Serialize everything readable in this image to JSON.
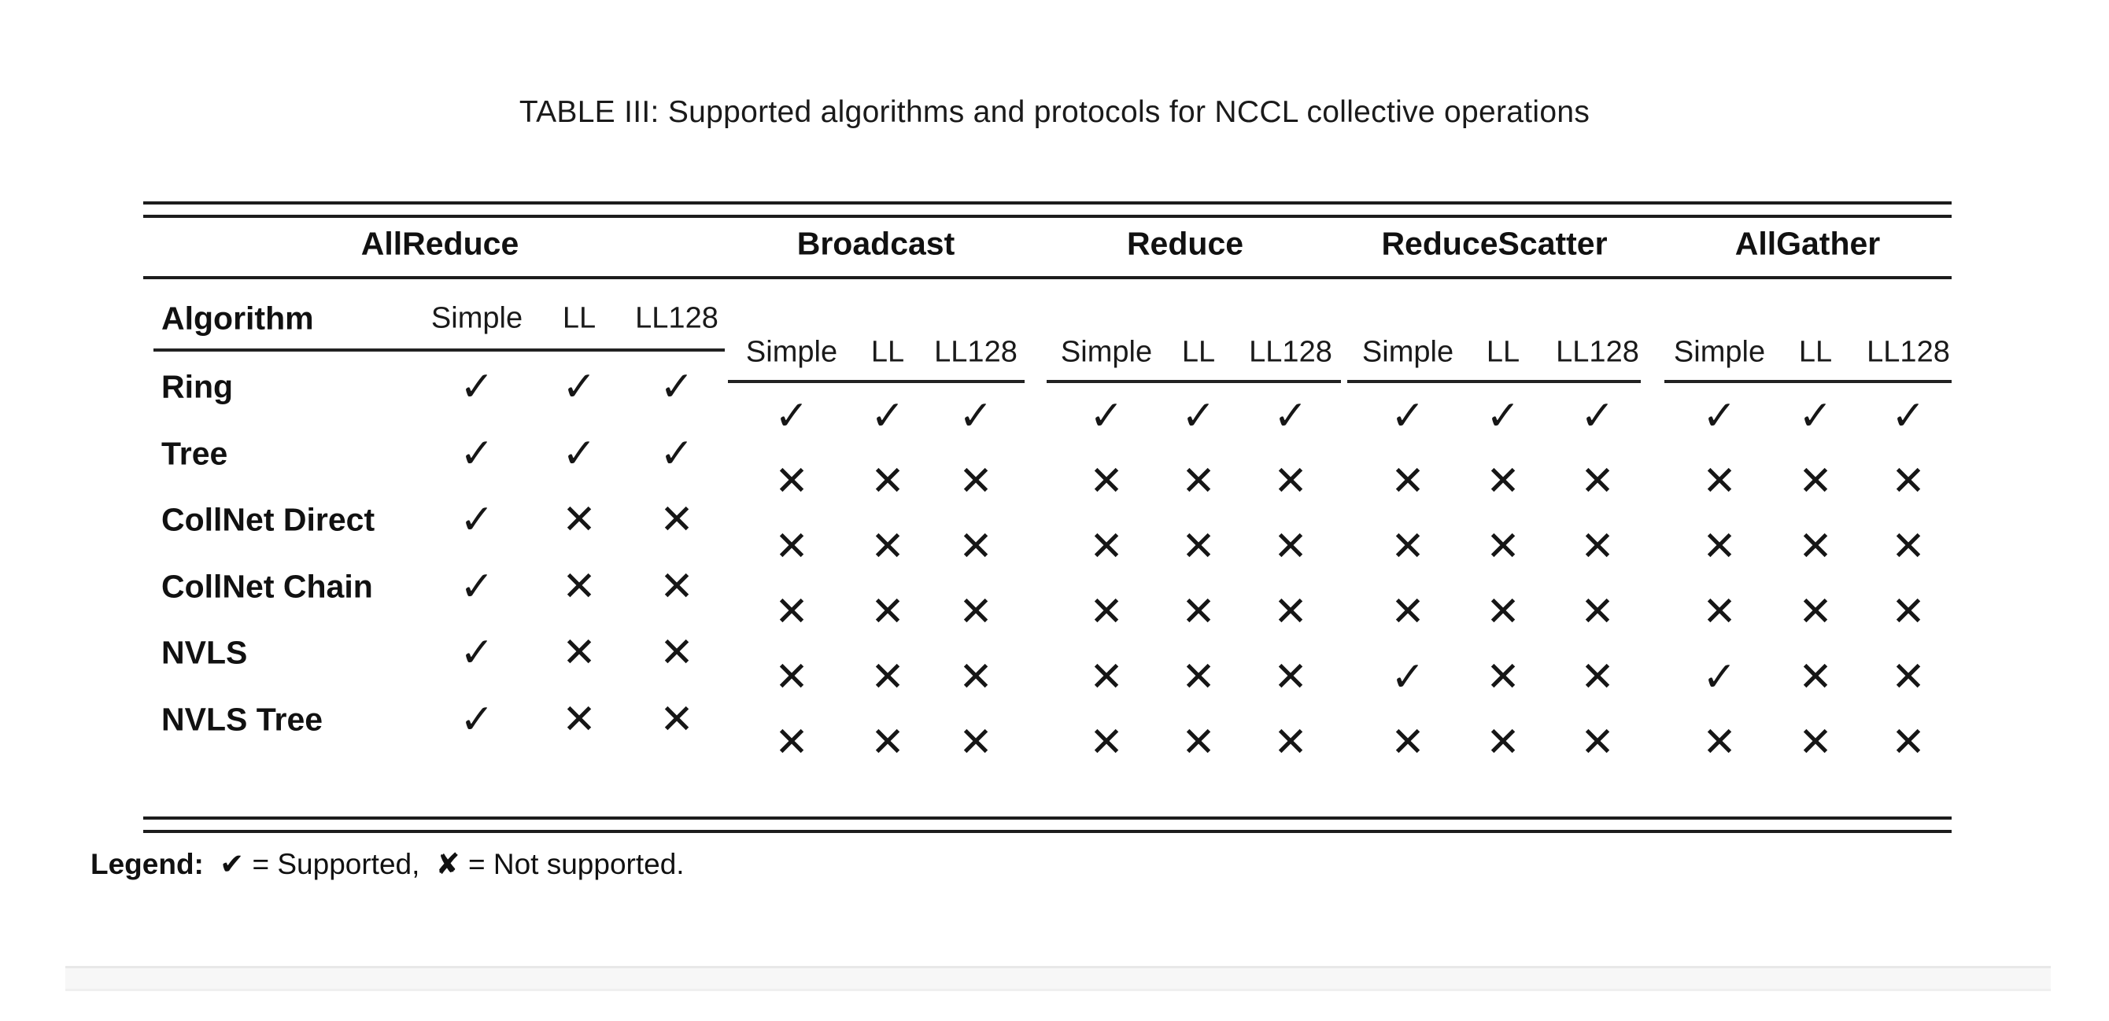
{
  "caption": "TABLE III: Supported algorithms and protocols for NCCL collective operations",
  "table": {
    "corner_header": "Algorithm",
    "column_groups": [
      {
        "label": "AllReduce"
      },
      {
        "label": "Broadcast"
      },
      {
        "label": "Reduce"
      },
      {
        "label": "ReduceScatter"
      },
      {
        "label": "AllGather"
      }
    ],
    "protocols": [
      "Simple",
      "LL",
      "LL128"
    ],
    "rows": [
      {
        "algorithm": "Ring",
        "support": [
          [
            1,
            1,
            1
          ],
          [
            1,
            1,
            1
          ],
          [
            1,
            1,
            1
          ],
          [
            1,
            1,
            1
          ],
          [
            1,
            1,
            1
          ]
        ]
      },
      {
        "algorithm": "Tree",
        "support": [
          [
            1,
            1,
            1
          ],
          [
            0,
            0,
            0
          ],
          [
            0,
            0,
            0
          ],
          [
            0,
            0,
            0
          ],
          [
            0,
            0,
            0
          ]
        ]
      },
      {
        "algorithm": "CollNet Direct",
        "support": [
          [
            1,
            0,
            0
          ],
          [
            0,
            0,
            0
          ],
          [
            0,
            0,
            0
          ],
          [
            0,
            0,
            0
          ],
          [
            0,
            0,
            0
          ]
        ]
      },
      {
        "algorithm": "CollNet Chain",
        "support": [
          [
            1,
            0,
            0
          ],
          [
            0,
            0,
            0
          ],
          [
            0,
            0,
            0
          ],
          [
            0,
            0,
            0
          ],
          [
            0,
            0,
            0
          ]
        ]
      },
      {
        "algorithm": "NVLS",
        "support": [
          [
            1,
            0,
            0
          ],
          [
            0,
            0,
            0
          ],
          [
            0,
            0,
            0
          ],
          [
            1,
            0,
            0
          ],
          [
            1,
            0,
            0
          ]
        ]
      },
      {
        "algorithm": "NVLS Tree",
        "support": [
          [
            1,
            0,
            0
          ],
          [
            0,
            0,
            0
          ],
          [
            0,
            0,
            0
          ],
          [
            0,
            0,
            0
          ],
          [
            0,
            0,
            0
          ]
        ]
      }
    ]
  },
  "symbols": {
    "supported": "✓",
    "not_supported": "✕",
    "legend_supported": "✔",
    "legend_not_supported": "✘"
  },
  "legend": {
    "label": "Legend:",
    "supported_text": "= Supported,",
    "not_supported_text": "= Not supported."
  },
  "colors": {
    "text": "#111111",
    "rule": "#1d1d1d",
    "footer_bar": "#f7f7f7"
  }
}
